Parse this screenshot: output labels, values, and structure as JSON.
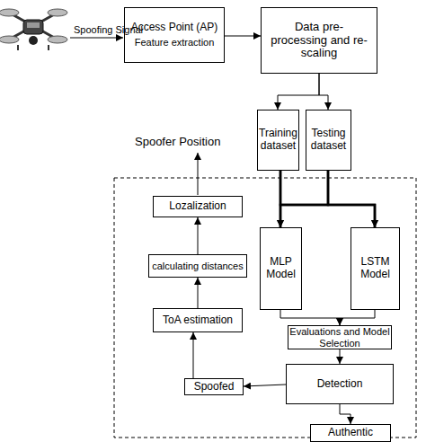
{
  "diagram": {
    "nodes": [
      {
        "text": [
          "Access Point (AP)",
          "Feature extraction"
        ]
      },
      {
        "text": [
          "Data pre-processing and re-scaling"
        ]
      },
      {
        "text": [
          "Training dataset"
        ]
      },
      {
        "text": [
          "Testing dataset"
        ]
      },
      {
        "text": [
          "Lozalization"
        ]
      },
      {
        "text": [
          "MLP Model"
        ]
      },
      {
        "text": [
          "LSTM Model"
        ]
      },
      {
        "text": [
          "calculating distances"
        ]
      },
      {
        "text": [
          "Evaluations and Model Selection"
        ]
      },
      {
        "text": [
          "ToA estimation"
        ]
      },
      {
        "text": [
          "Spoofed"
        ]
      },
      {
        "text": [
          "Detection"
        ]
      },
      {
        "text": [
          "Authentic"
        ]
      }
    ],
    "edges": [
      {
        "from": 0,
        "to": 1,
        "arrow": "to"
      },
      {
        "from": 1,
        "to": 2,
        "arrow": "to"
      },
      {
        "from": 1,
        "to": 3,
        "arrow": "to"
      },
      {
        "from": 2,
        "to": 5,
        "arrow": "to"
      },
      {
        "from": 2,
        "to": 6,
        "arrow": "to"
      },
      {
        "from": 3,
        "to": 5,
        "arrow": "to"
      },
      {
        "from": 3,
        "to": 6,
        "arrow": "to"
      },
      {
        "from": 5,
        "to": 8,
        "arrow": "to"
      },
      {
        "from": 6,
        "to": 8,
        "arrow": "to"
      },
      {
        "from": 8,
        "to": 11,
        "arrow": "to"
      },
      {
        "from": 11,
        "to": 12,
        "arrow": "to"
      },
      {
        "from": 11,
        "to": 10,
        "arrow": "to"
      },
      {
        "from": 10,
        "to": 9,
        "arrow": "to"
      },
      {
        "from": 9,
        "to": 7,
        "arrow": "to"
      },
      {
        "from": 7,
        "to": 4,
        "arrow": "to"
      }
    ],
    "labels": [
      "Spoofing Signal",
      "Spoofer Position"
    ]
  }
}
